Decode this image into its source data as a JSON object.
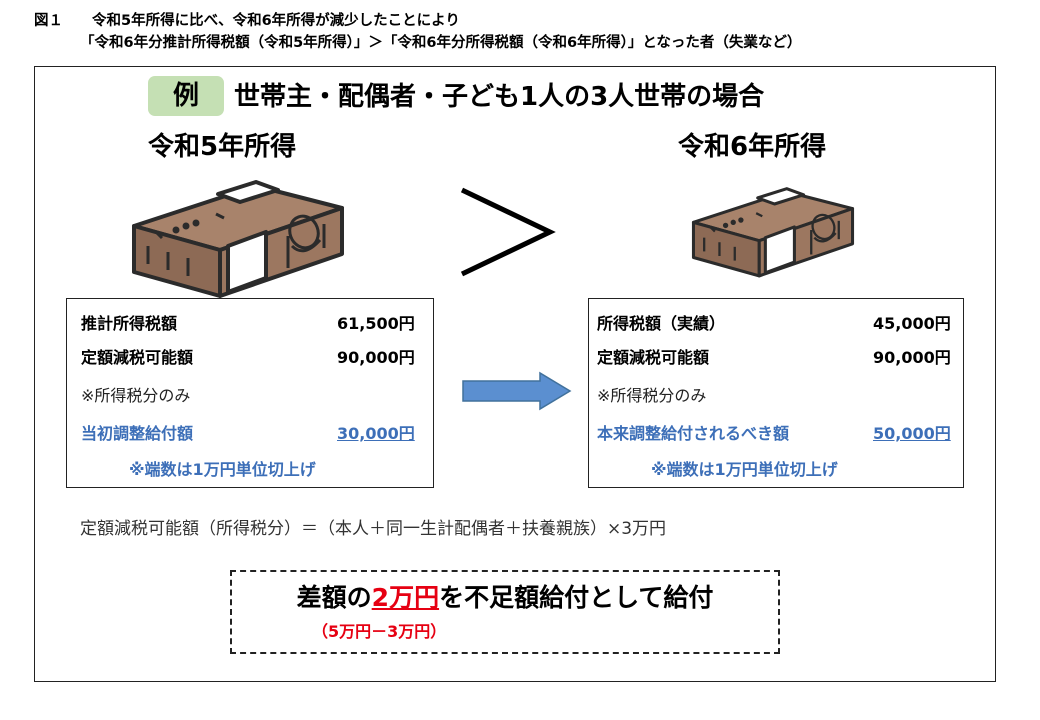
{
  "caption": {
    "number": "図１",
    "line1": "令和5年所得に比べ、令和6年所得が減少したことにより",
    "line2": "「令和6年分推計所得税額（令和5年所得）」＞「令和6年分所得税額（令和6年所得）」となった者（失業など）"
  },
  "example": {
    "badge": "例",
    "title": "世帯主・配偶者・子ども1人の3人世帯の場合"
  },
  "left": {
    "year": "令和5年所得",
    "rows": [
      {
        "label": "推計所得税額",
        "value": "61,500円"
      },
      {
        "label": "定額減税可能額",
        "value": "90,000円"
      }
    ],
    "note": "※所得税分のみ",
    "highlight_label": "当初調整給付額",
    "highlight_value": "30,000円",
    "rounding": "※端数は1万円単位切上げ"
  },
  "right": {
    "year": "令和6年所得",
    "rows": [
      {
        "label": "所得税額（実績）",
        "value": "45,000円"
      },
      {
        "label": "定額減税可能額",
        "value": "90,000円"
      }
    ],
    "note": "※所得税分のみ",
    "highlight_label": "本来調整給付されるべき額",
    "highlight_value": "50,000円",
    "rounding": "※端数は1万円単位切上げ"
  },
  "comparison_symbol": "＞",
  "formula": "定額減税可能額（所得税分）＝（本人＋同一生計配偶者＋扶養親族）×3万円",
  "result": {
    "prefix": "差額の",
    "amount": "2万円",
    "suffix": "を不足額給付として給付",
    "calc": "（5万円－3万円）"
  },
  "colors": {
    "badge_bg": "#c5e0b4",
    "highlight_blue": "#3d6fb8",
    "accent_red": "#e60012",
    "arrow_fill": "#5b8fd0",
    "money_brown": "#9c7760"
  },
  "icons": [
    "money-stack-icon",
    "greater-than-icon",
    "right-arrow-icon"
  ]
}
